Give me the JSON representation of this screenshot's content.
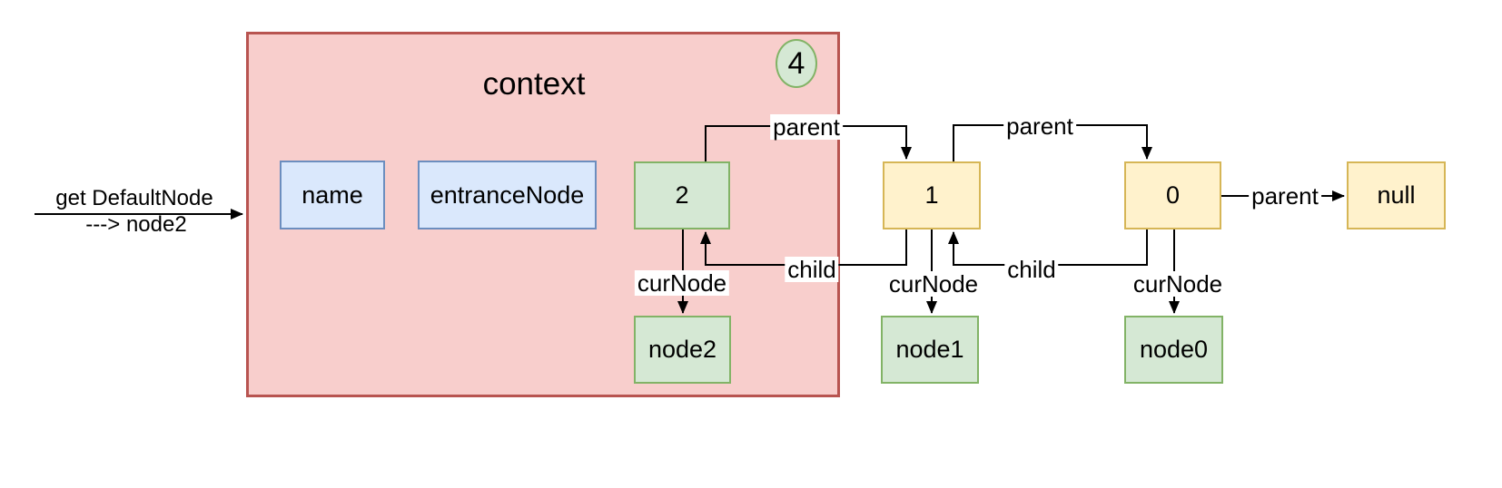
{
  "incoming_annotation": {
    "line1": "get DefaultNode",
    "line2": "---> node2"
  },
  "context": {
    "title": "context",
    "step_badge": "4",
    "fields": {
      "name": "name",
      "entrance": "entranceNode",
      "level": "2"
    }
  },
  "chain": {
    "level1": "1",
    "level0": "0",
    "nullref": "null"
  },
  "nodes": {
    "node2": "node2",
    "node1": "node1",
    "node0": "node0"
  },
  "edges": {
    "parent_2_to_1": "parent",
    "parent_1_to_0": "parent",
    "parent_0_to_null": "parent",
    "child_1_to_2": "child",
    "child_0_to_1": "child",
    "curnode_2": "curNode",
    "curnode_1": "curNode",
    "curnode_0": "curNode"
  },
  "colors": {
    "context_fill": "#f8cecc",
    "context_border": "#b85450",
    "field_fill": "#dae8fc",
    "field_border": "#6c8ebf",
    "node_fill": "#d5e8d4",
    "node_border": "#82b366",
    "chain_fill": "#fff2cc",
    "chain_border": "#d6b656",
    "edge_color": "#000000"
  }
}
